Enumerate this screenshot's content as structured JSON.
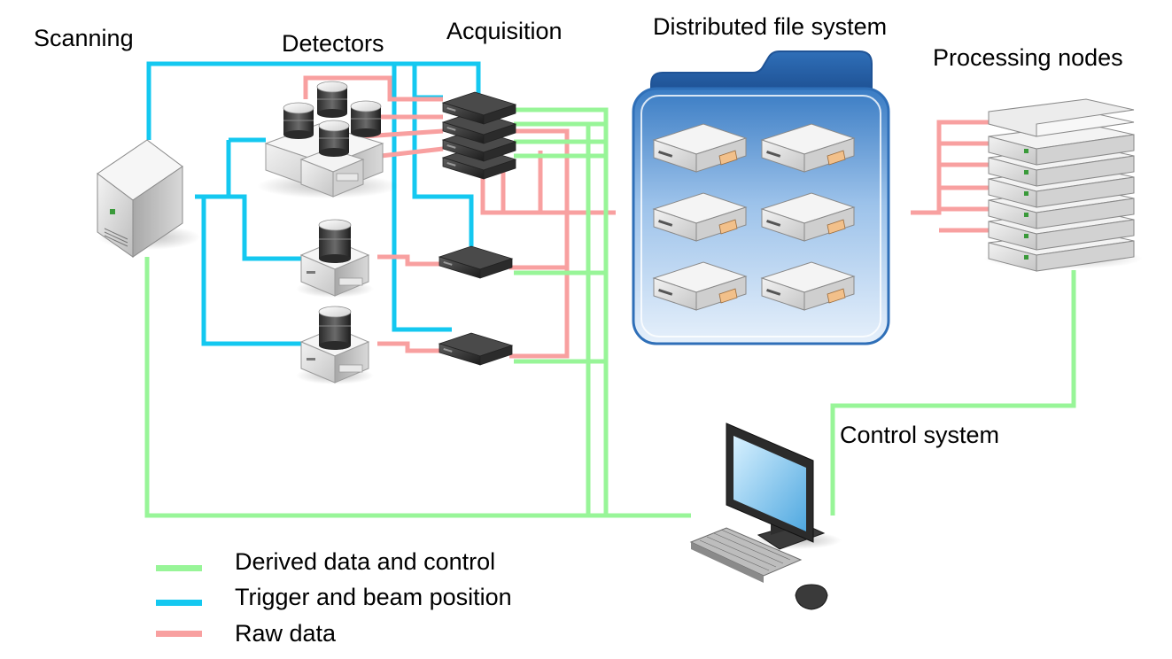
{
  "labels": {
    "scanning": "Scanning",
    "detectors": "Detectors",
    "acquisition": "Acquisition",
    "dfs": "Distributed file system",
    "processing": "Processing nodes",
    "control": "Control system"
  },
  "legend": [
    {
      "label": "Derived data and control",
      "color": "#98f598"
    },
    {
      "label": "Trigger and beam position",
      "color": "#14c8f0"
    },
    {
      "label": "Raw data",
      "color": "#f8a0a0"
    }
  ],
  "colors": {
    "green": "#98f598",
    "blue": "#14c8f0",
    "pink": "#f8a0a0"
  },
  "icons": {
    "scanning": "server-tower-icon",
    "detectors": "detector-icon",
    "acquisition": "rack-server-icon",
    "dfs": "folder-icon",
    "processing": "server-rack-icon",
    "control": "computer-icon"
  }
}
